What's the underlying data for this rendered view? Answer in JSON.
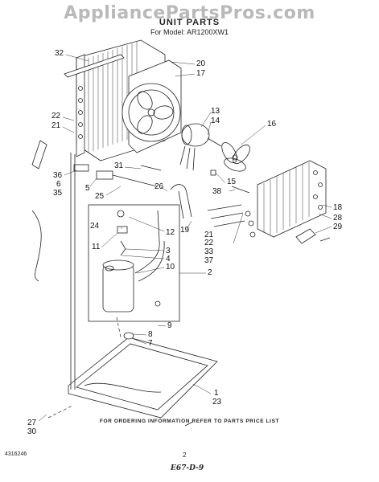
{
  "watermark": "AppliancePartsPros.com",
  "title": "UNIT PARTS",
  "model": "For Model: AR1200XW1",
  "footer": "FOR ORDERING INFORMATION REFER TO PARTS PRICE LIST",
  "doc_number": "4316246",
  "page_number": "2",
  "code": "E67-D-9",
  "callouts": [
    {
      "id": "c32",
      "label": "32"
    },
    {
      "id": "c20",
      "label": "20"
    },
    {
      "id": "c17",
      "label": "17"
    },
    {
      "id": "c22a",
      "label": "22"
    },
    {
      "id": "c21a",
      "label": "21"
    },
    {
      "id": "c13",
      "label": "13"
    },
    {
      "id": "c14",
      "label": "14"
    },
    {
      "id": "c16",
      "label": "16"
    },
    {
      "id": "c31",
      "label": "31"
    },
    {
      "id": "c15",
      "label": "15"
    },
    {
      "id": "c36",
      "label": "36"
    },
    {
      "id": "c6",
      "label": "6"
    },
    {
      "id": "c35",
      "label": "35"
    },
    {
      "id": "c5",
      "label": "5"
    },
    {
      "id": "c26",
      "label": "26"
    },
    {
      "id": "c38",
      "label": "38"
    },
    {
      "id": "c25",
      "label": "25"
    },
    {
      "id": "c18",
      "label": "18"
    },
    {
      "id": "c28",
      "label": "28"
    },
    {
      "id": "c29",
      "label": "29"
    },
    {
      "id": "c24",
      "label": "24"
    },
    {
      "id": "c12",
      "label": "12"
    },
    {
      "id": "c19",
      "label": "19"
    },
    {
      "id": "c21b",
      "label": "21"
    },
    {
      "id": "c22b",
      "label": "22"
    },
    {
      "id": "c33",
      "label": "33"
    },
    {
      "id": "c37",
      "label": "37"
    },
    {
      "id": "c11",
      "label": "11"
    },
    {
      "id": "c3",
      "label": "3"
    },
    {
      "id": "c4",
      "label": "4"
    },
    {
      "id": "c10",
      "label": "10"
    },
    {
      "id": "c2",
      "label": "2"
    },
    {
      "id": "c9",
      "label": "9"
    },
    {
      "id": "c8",
      "label": "8"
    },
    {
      "id": "c7",
      "label": "7"
    },
    {
      "id": "c1",
      "label": "1"
    },
    {
      "id": "c23",
      "label": "23"
    },
    {
      "id": "c27",
      "label": "27"
    },
    {
      "id": "c30",
      "label": "30"
    }
  ]
}
